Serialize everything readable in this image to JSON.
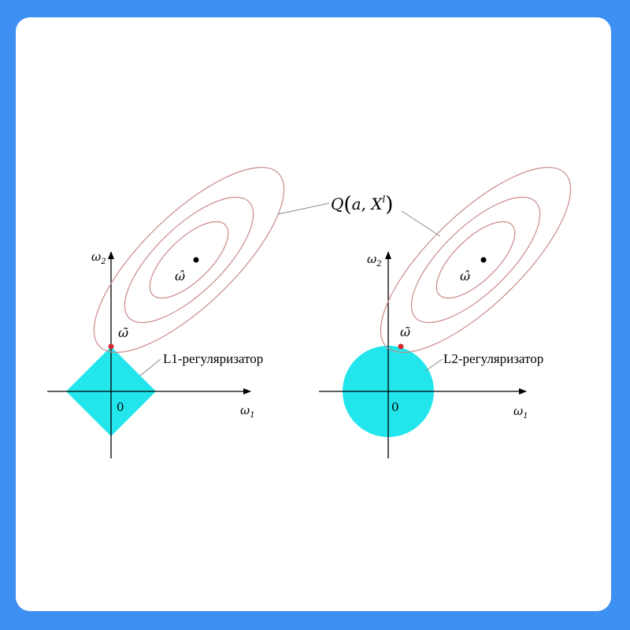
{
  "colors": {
    "frame": "#3e8ff2",
    "card": "#ffffff",
    "region": "#22e6ec",
    "contour": "#c98a8a",
    "axis": "#000000",
    "touch_point": "#d7282e",
    "minimum_point": "#000000"
  },
  "loss_label": {
    "Q": "Q",
    "open": "(",
    "args": "a, X",
    "sup": "l",
    "close": ")"
  },
  "left_panel": {
    "x_axis": {
      "letter": "ω",
      "sub": "1"
    },
    "y_axis": {
      "letter": "ω",
      "sub": "2"
    },
    "origin": "0",
    "regularizer_label": "L1-регуляризатор",
    "minimum_label": "ω̂",
    "solution_label": "ω̃"
  },
  "right_panel": {
    "x_axis": {
      "letter": "ω",
      "sub": "1"
    },
    "y_axis": {
      "letter": "ω",
      "sub": "2"
    },
    "origin": "0",
    "regularizer_label": "L2-регуляризатор",
    "minimum_label": "ω̂",
    "solution_label": "ω̃"
  }
}
